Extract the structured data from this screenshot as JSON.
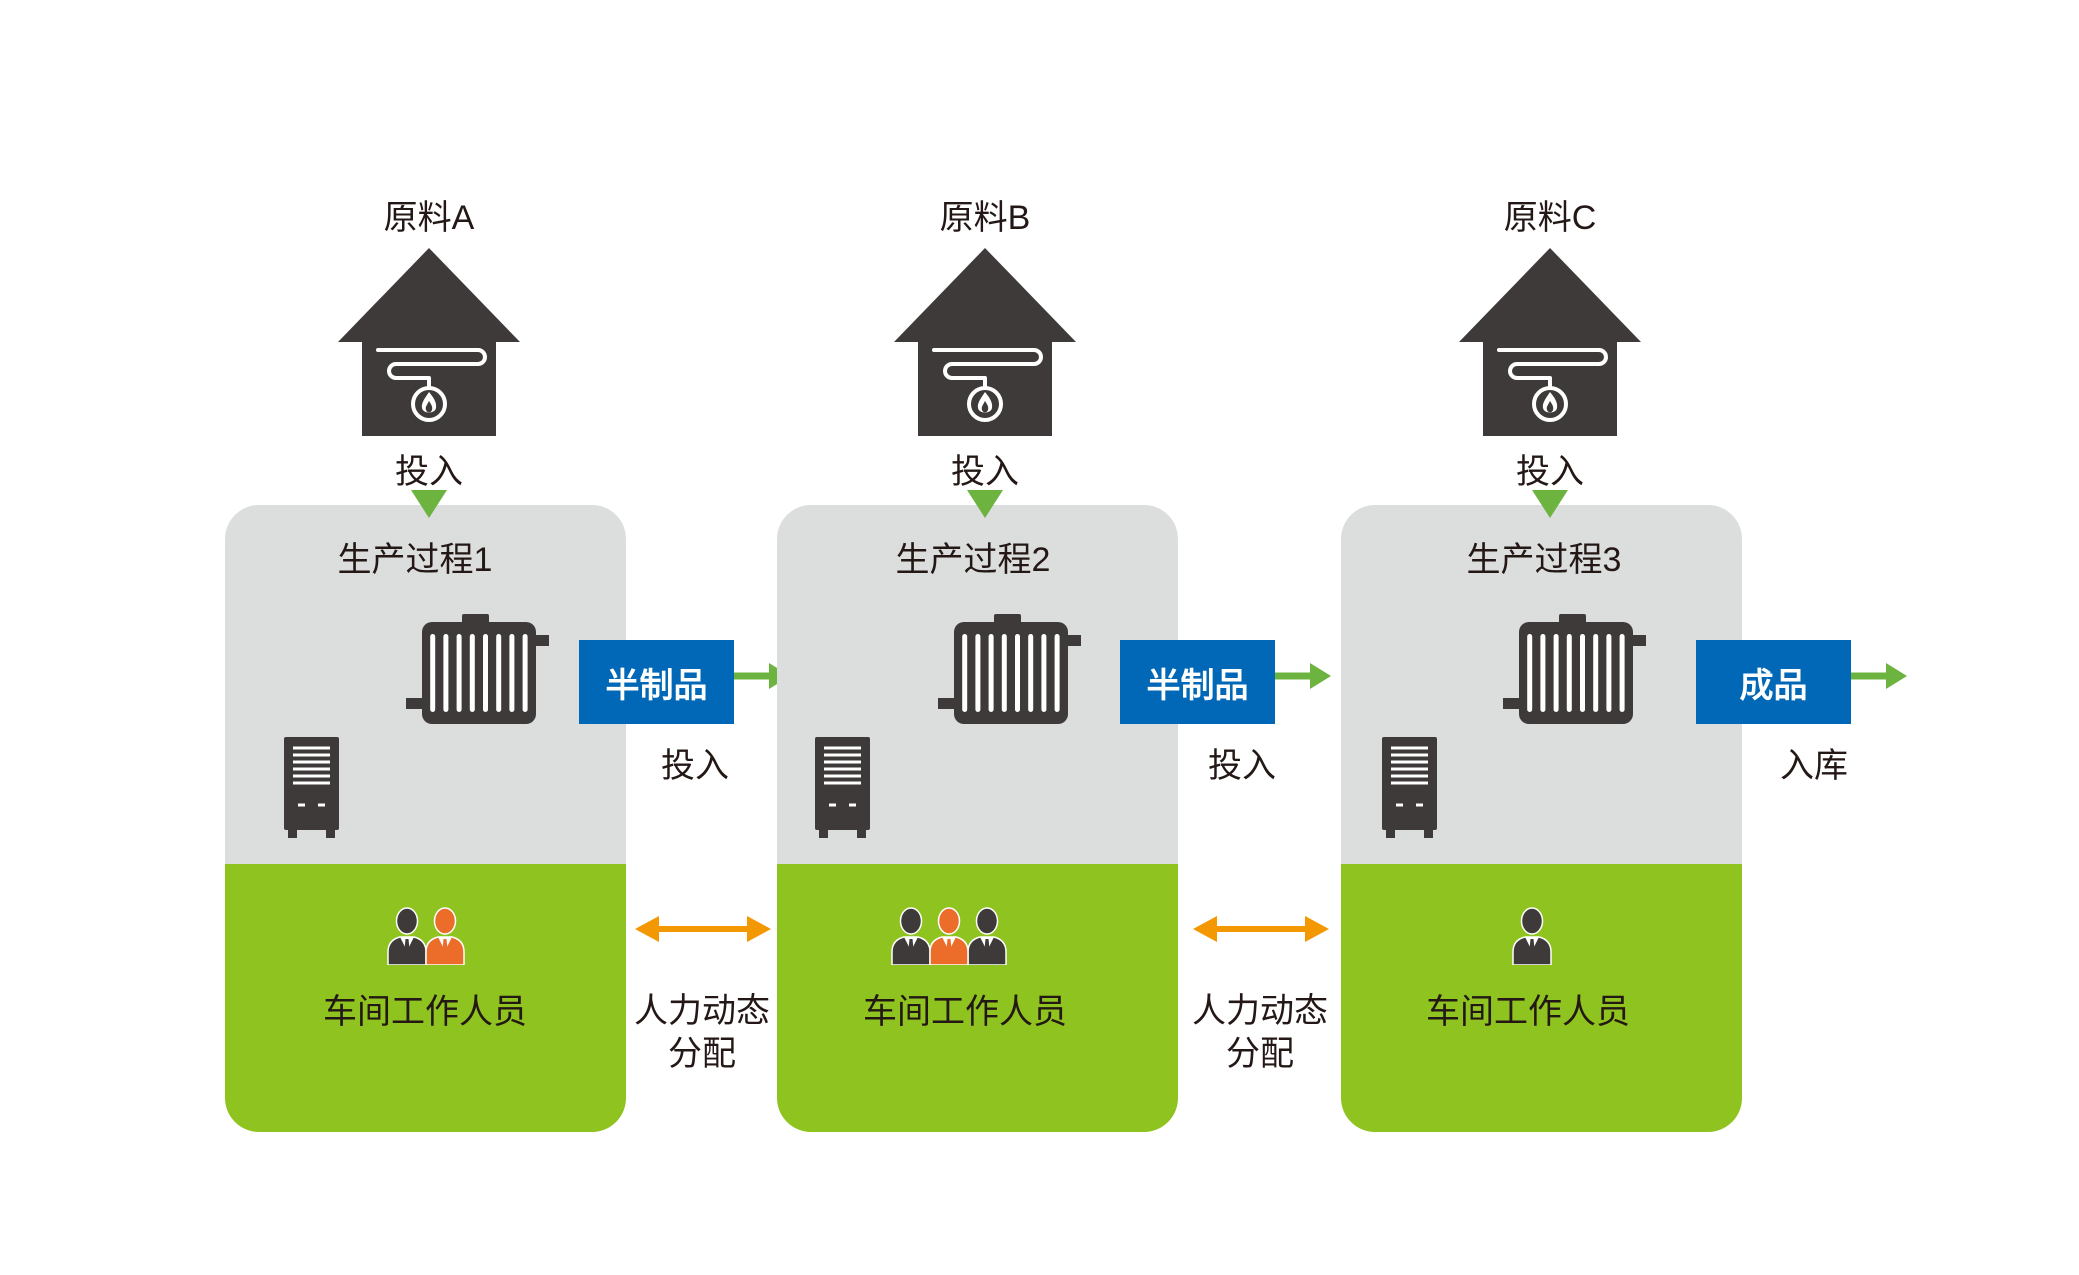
{
  "colors": {
    "icon_dark": "#3e3a39",
    "process_area": "#dcdddd",
    "staff_area": "#8fc31f",
    "product_box": "#0068b7",
    "product_text": "#ffffff",
    "flow_arrow": "#6cb33f",
    "staff_arrow": "#f39800",
    "staff_highlight": "#ec6c2a",
    "text": "#231815"
  },
  "stages": [
    {
      "material": {
        "label": "原料A",
        "icon": "furnace-house-icon"
      },
      "input": {
        "label": "投入",
        "icon": "input-arrow-icon"
      },
      "process": {
        "title": "生产过程1",
        "icons": [
          "radiator-icon",
          "server-icon"
        ]
      },
      "output": {
        "label": "半制品",
        "action": "投入",
        "icon": "flow-arrow-icon"
      },
      "staff": {
        "label": "车间工作人员",
        "icon": "workers-icon",
        "people": [
          "#3e3a39",
          "#ec6c2a"
        ]
      }
    },
    {
      "material": {
        "label": "原料B",
        "icon": "furnace-house-icon"
      },
      "input": {
        "label": "投入",
        "icon": "input-arrow-icon"
      },
      "process": {
        "title": "生产过程2",
        "icons": [
          "radiator-icon",
          "server-icon"
        ]
      },
      "output": {
        "label": "半制品",
        "action": "投入",
        "icon": "flow-arrow-icon"
      },
      "staff": {
        "label": "车间工作人员",
        "icon": "workers-icon",
        "people": [
          "#3e3a39",
          "#ec6c2a",
          "#3e3a39"
        ]
      }
    },
    {
      "material": {
        "label": "原料C",
        "icon": "furnace-house-icon"
      },
      "input": {
        "label": "投入",
        "icon": "input-arrow-icon"
      },
      "process": {
        "title": "生产过程3",
        "icons": [
          "radiator-icon",
          "server-icon"
        ]
      },
      "output": {
        "label": "成品",
        "action": "入库",
        "icon": "flow-arrow-icon"
      },
      "staff": {
        "label": "车间工作人员",
        "icon": "workers-icon",
        "people": [
          "#3e3a39"
        ]
      }
    }
  ],
  "transfers": [
    {
      "label_lines": [
        "人力动态",
        "分配"
      ],
      "icon": "double-arrow-icon"
    },
    {
      "label_lines": [
        "人力动态",
        "分配"
      ],
      "icon": "double-arrow-icon"
    }
  ]
}
